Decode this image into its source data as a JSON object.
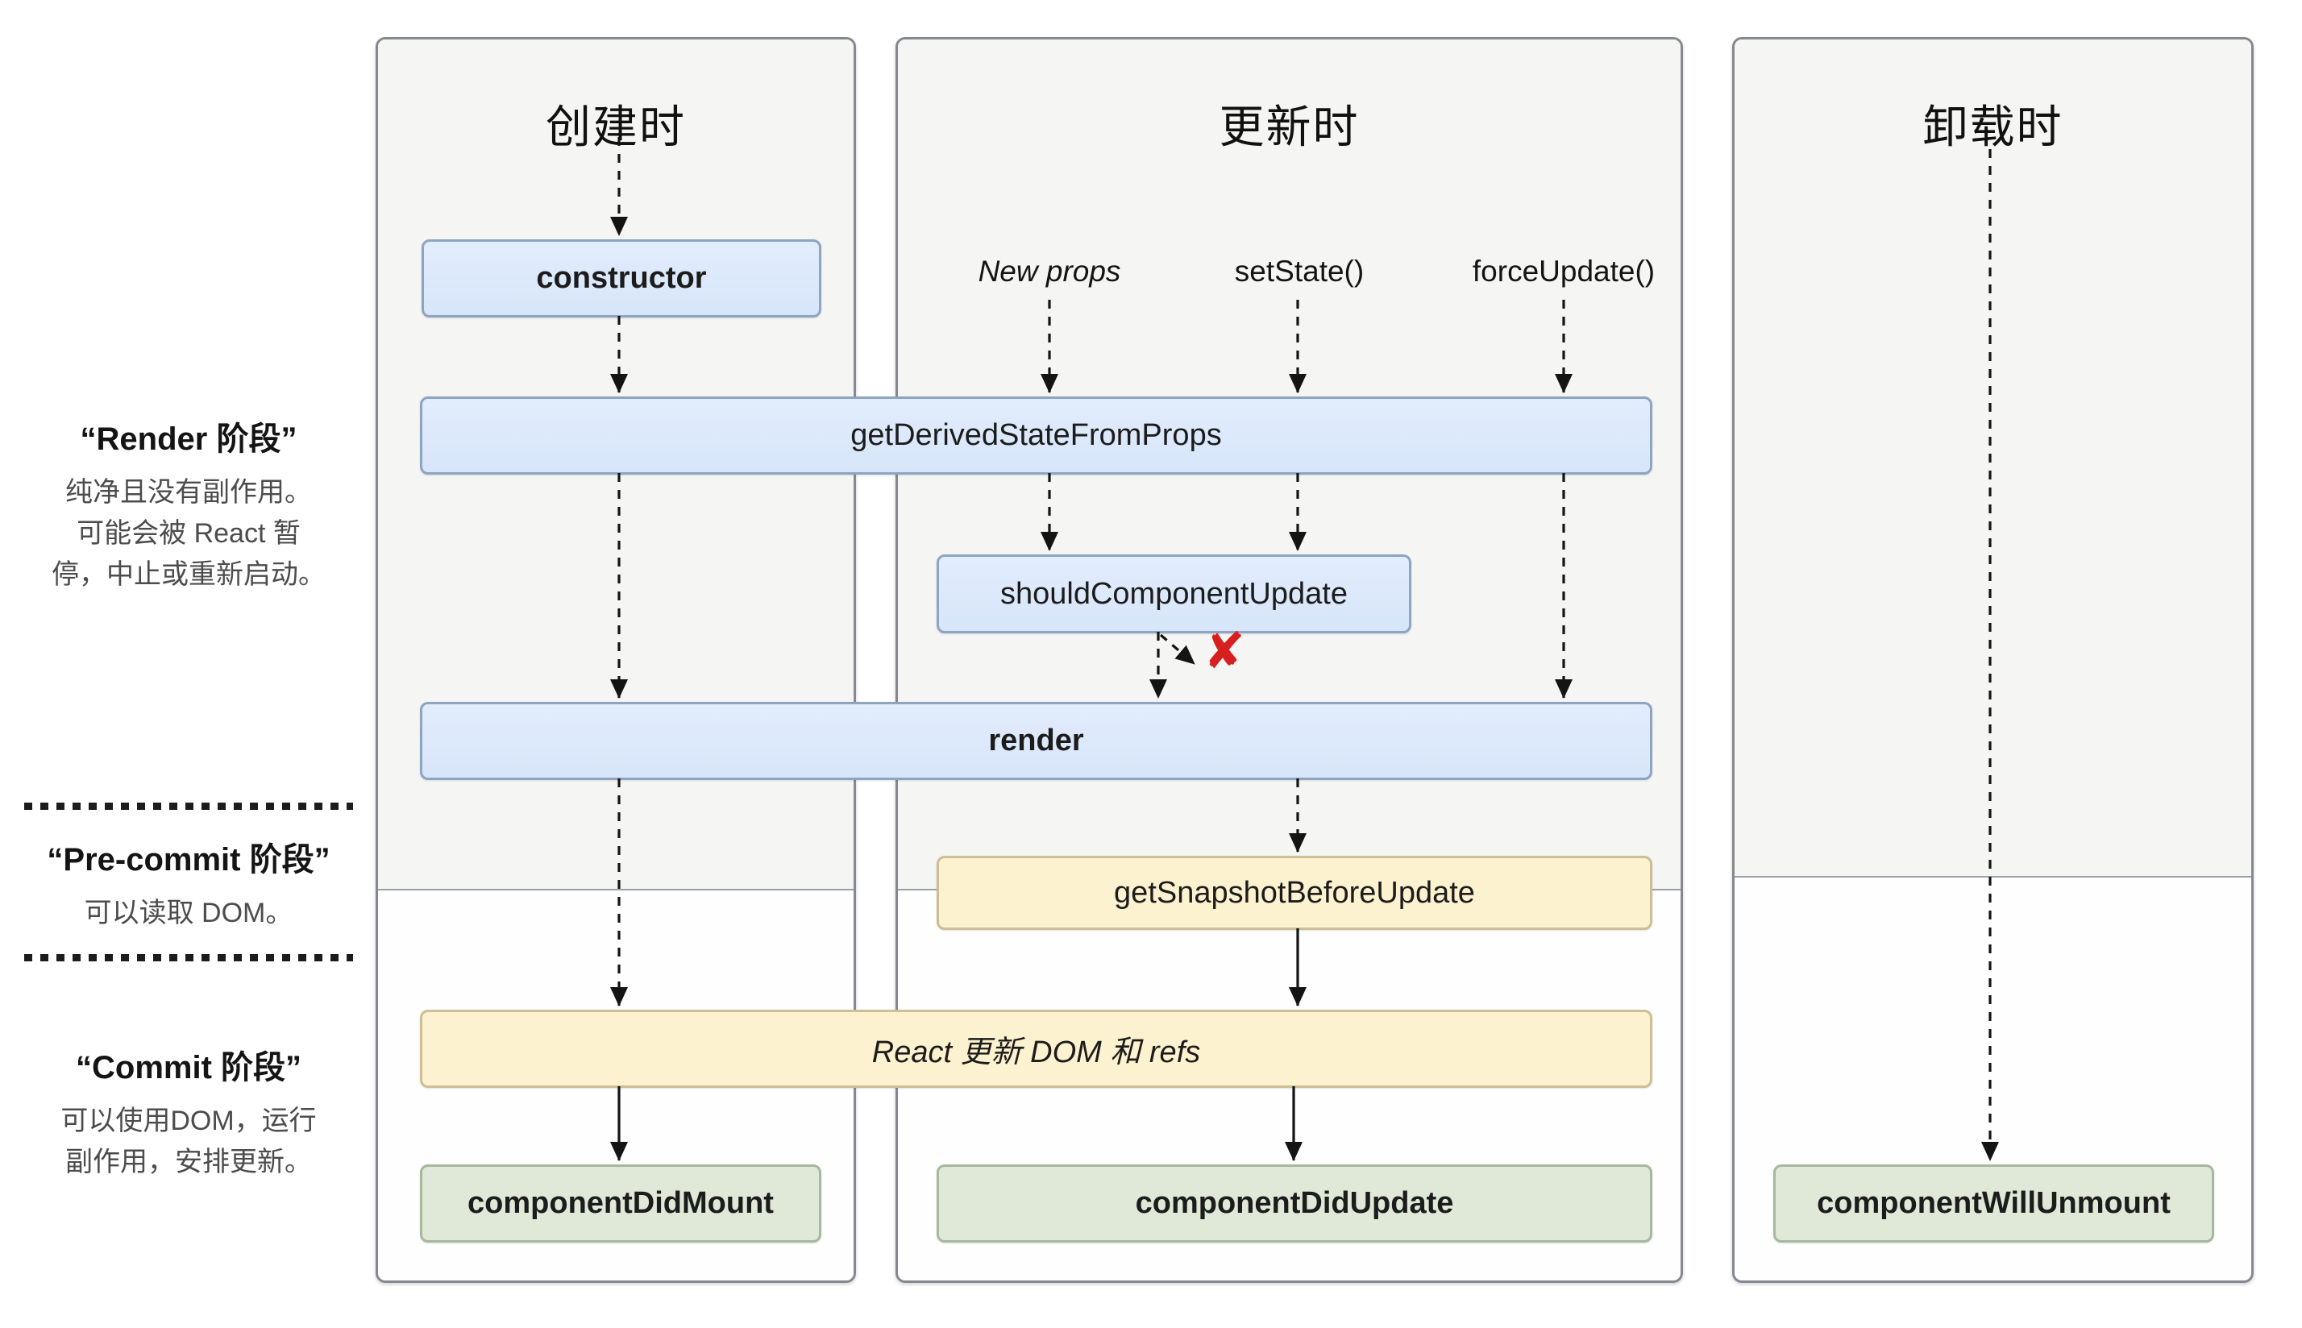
{
  "columns": [
    {
      "title": "创建时"
    },
    {
      "title": "更新时"
    },
    {
      "title": "卸载时"
    }
  ],
  "side_panel": {
    "render_phase": {
      "title": "“Render 阶段”",
      "description": "纯净且没有副作用。\n可能会被 React 暂\n停，中止或重新启动。"
    },
    "pre_commit_phase": {
      "title": "“Pre-commit 阶段”",
      "description": "可以读取 DOM。"
    },
    "commit_phase": {
      "title": "“Commit 阶段”",
      "description": "可以使用DOM，运行\n副作用，安排更新。"
    }
  },
  "triggers": [
    {
      "label": "New props"
    },
    {
      "label": "setState()"
    },
    {
      "label": "forceUpdate()"
    }
  ],
  "methods": {
    "ctor": "constructor",
    "getDerivedStateFromProps": "getDerivedStateFromProps",
    "shouldComponentUpdate": "shouldComponentUpdate",
    "render": "render",
    "getSnapshotBeforeUpdate": "getSnapshotBeforeUpdate",
    "reactUpdates": "React 更新 DOM 和 refs",
    "componentDidMount": "componentDidMount",
    "componentDidUpdate": "componentDidUpdate",
    "componentWillUnmount": "componentWillUnmount"
  },
  "marks": {
    "skip": "✘"
  },
  "colors": {
    "blue_box": "#dbe8fa",
    "blue_border": "#8da4c2",
    "yellow_box": "#fdf2cf",
    "yellow_border": "#cdbf94",
    "green_box": "#e0e9d8",
    "green_border": "#a9b79f",
    "phase_band": "#f5f5f3",
    "column_border": "#85898f",
    "skip_mark": "#d81f1f"
  }
}
